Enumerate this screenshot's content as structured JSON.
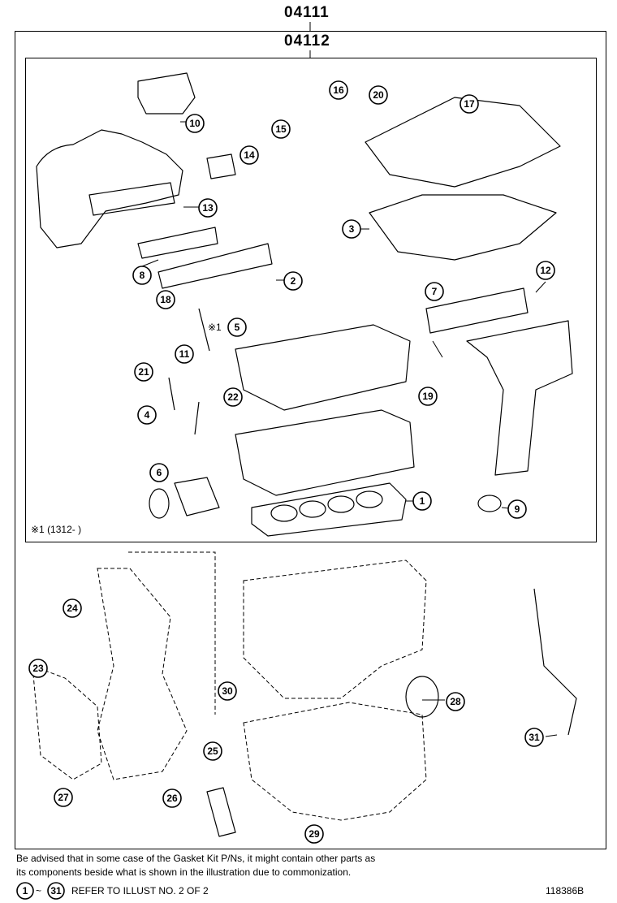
{
  "kit_outer": "04111",
  "kit_inner": "04112",
  "variant_note": "※1 (1312-        )",
  "variant_mark": "※1",
  "callouts": [
    {
      "n": "1"
    },
    {
      "n": "2"
    },
    {
      "n": "3"
    },
    {
      "n": "4"
    },
    {
      "n": "5"
    },
    {
      "n": "6"
    },
    {
      "n": "7"
    },
    {
      "n": "8"
    },
    {
      "n": "9"
    },
    {
      "n": "10"
    },
    {
      "n": "11"
    },
    {
      "n": "12"
    },
    {
      "n": "13"
    },
    {
      "n": "14"
    },
    {
      "n": "15"
    },
    {
      "n": "16"
    },
    {
      "n": "17"
    },
    {
      "n": "18"
    },
    {
      "n": "19"
    },
    {
      "n": "20"
    },
    {
      "n": "21"
    },
    {
      "n": "22"
    },
    {
      "n": "23"
    },
    {
      "n": "24"
    },
    {
      "n": "25"
    },
    {
      "n": "26"
    },
    {
      "n": "27"
    },
    {
      "n": "28"
    },
    {
      "n": "29"
    },
    {
      "n": "30"
    },
    {
      "n": "31"
    }
  ],
  "footer": {
    "note_line1": "Be advised that in some case of the Gasket Kit P/Ns,  it might contain other parts as",
    "note_line2": "its components beside what is shown in the illustration due to commonization.",
    "ref_start": "1",
    "ref_tilde": "~",
    "ref_end": "31",
    "ref_text": "REFER TO ILLUST NO. 2 OF 2",
    "figure_number": "118386B"
  }
}
